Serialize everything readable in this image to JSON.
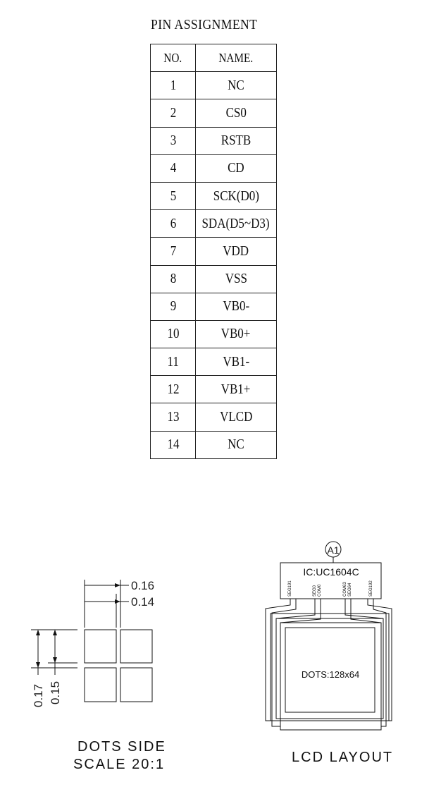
{
  "pin_assignment": {
    "title": "PIN ASSIGNMENT",
    "headers": {
      "no": "NO.",
      "name": "NAME."
    },
    "rows": [
      {
        "no": "1",
        "name": "NC"
      },
      {
        "no": "2",
        "name": "CS0"
      },
      {
        "no": "3",
        "name": "RSTB"
      },
      {
        "no": "4",
        "name": "CD"
      },
      {
        "no": "5",
        "name": "SCK(D0)"
      },
      {
        "no": "6",
        "name": "SDA(D5~D3)"
      },
      {
        "no": "7",
        "name": "VDD"
      },
      {
        "no": "8",
        "name": "VSS"
      },
      {
        "no": "9",
        "name": "VB0-"
      },
      {
        "no": "10",
        "name": "VB0+"
      },
      {
        "no": "11",
        "name": "VB1-"
      },
      {
        "no": "12",
        "name": "VB1+"
      },
      {
        "no": "13",
        "name": "VLCD"
      },
      {
        "no": "14",
        "name": "NC"
      }
    ]
  },
  "dots_side": {
    "dim_width_outer": "0.16",
    "dim_width_inner": "0.14",
    "dim_height_outer": "0.17",
    "dim_height_inner": "0.15",
    "caption_line1": "DOTS SIDE",
    "caption_line2": "SCALE 20:1"
  },
  "lcd_layout": {
    "marker": "A1",
    "ic_label": "IC:UC1604C",
    "pin_labels": [
      "SEG191",
      "SEG0",
      "COM0",
      "COM63",
      "SEG64",
      "SEG192"
    ],
    "dots_label": "DOTS:128x64",
    "caption": "LCD LAYOUT"
  }
}
